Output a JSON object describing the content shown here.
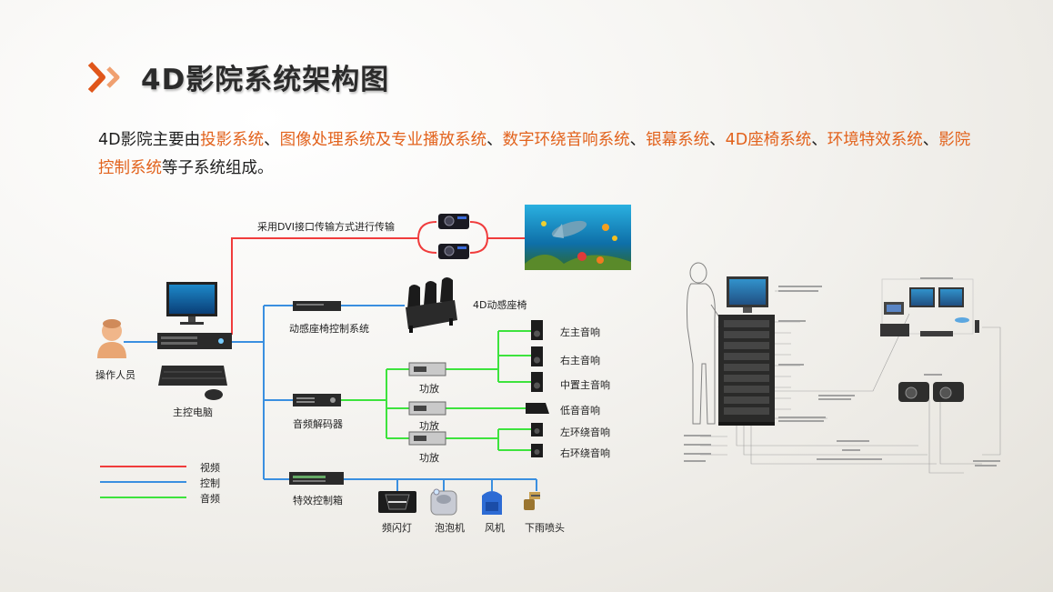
{
  "slide": {
    "title": "4D影院系统架构图",
    "intro_parts": [
      {
        "text": "4D影院主要由",
        "hl": false
      },
      {
        "text": "投影系统",
        "hl": true
      },
      {
        "text": "、",
        "hl": false
      },
      {
        "text": "图像处理系统及专业播放系统",
        "hl": true
      },
      {
        "text": "、",
        "hl": false
      },
      {
        "text": "数字环绕音响系统",
        "hl": true
      },
      {
        "text": "、",
        "hl": false
      },
      {
        "text": "银幕系统",
        "hl": true
      },
      {
        "text": "、",
        "hl": false
      },
      {
        "text": "4D座椅系统",
        "hl": true
      },
      {
        "text": "、",
        "hl": false
      },
      {
        "text": "环境特效系统",
        "hl": true
      },
      {
        "text": "、",
        "hl": false
      },
      {
        "text": "影院控制系统",
        "hl": true
      },
      {
        "text": "等子系统组成。",
        "hl": false
      }
    ]
  },
  "diagram": {
    "dvi_label": "采用DVI接口传输方式进行传输",
    "operator_label": "操作人员",
    "main_pc_label": "主控电脑",
    "seat_ctrl_label": "动感座椅控制系统",
    "seat_label": "4D动感座椅",
    "decoder_label": "音频解码器",
    "effects_box_label": "特效控制箱",
    "amp_labels": [
      "功放",
      "功放",
      "功放"
    ],
    "speakers": [
      "左主音响",
      "右主音响",
      "中置主音响",
      "低音音响",
      "左环绕音响",
      "右环绕音响"
    ],
    "effects": [
      "频闪灯",
      "泡泡机",
      "风机",
      "下雨喷头"
    ],
    "legend": [
      {
        "label": "视频",
        "color": "#f03c3c"
      },
      {
        "label": "控制",
        "color": "#3a8fe0"
      },
      {
        "label": "音频",
        "color": "#3de33d"
      }
    ]
  }
}
